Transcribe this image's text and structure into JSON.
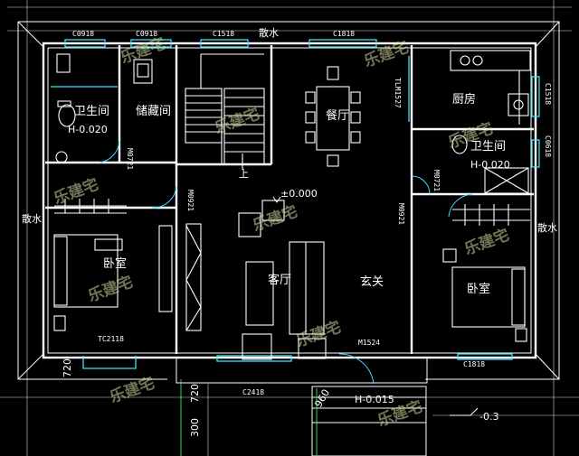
{
  "rooms": {
    "bathroom_left": "卫生间",
    "storage": "储藏间",
    "dining": "餐厅",
    "kitchen": "厨房",
    "bathroom_right": "卫生间",
    "bedroom_left": "卧室",
    "living": "客厅",
    "entry": "玄关",
    "bedroom_right": "卧室"
  },
  "labels": {
    "apron_top": "散水",
    "apron_left": "散水",
    "apron_right": "散水",
    "stair_up": "上"
  },
  "elevations": {
    "bath_left": "H-0.020",
    "bath_right": "H-0.020",
    "main_floor": "±0.000",
    "porch": "H-0.015",
    "ground": "-0.3"
  },
  "codes": {
    "c0918_a": "C0918",
    "c0918_b": "C0918",
    "c1518_top": "C1518",
    "c1818_top": "C1818",
    "c1518_right": "C1518",
    "c0618": "C0618",
    "tlm": "TLM1527",
    "m0721_left": "M0721",
    "m0921_left": "M0921",
    "m0721_right": "M0721",
    "m0921_right": "M0921",
    "tc2118": "TC2118",
    "c2418": "C2418",
    "m1524": "M1524",
    "c1818_bottom": "C1818"
  },
  "dimensions": {
    "d720_left": "720",
    "d720_center": "720",
    "d300": "300",
    "d960": "960"
  },
  "watermark": {
    "text": "乐建宅"
  }
}
